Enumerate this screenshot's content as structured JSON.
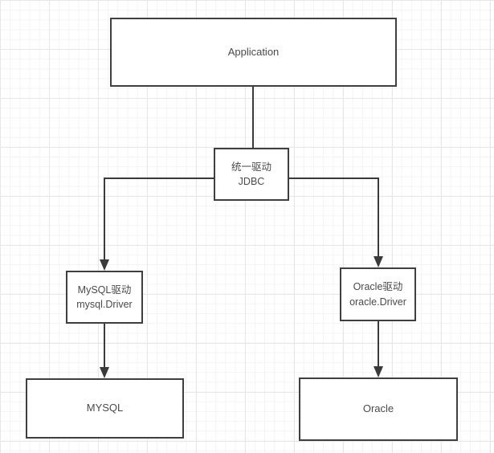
{
  "diagram": {
    "type": "flowchart",
    "nodes": {
      "application": {
        "label": "Application"
      },
      "jdbc": {
        "line1": "统一驱动",
        "line2": "JDBC"
      },
      "mysql_driver": {
        "line1": "MySQL驱动",
        "line2": "mysql.Driver"
      },
      "oracle_driver": {
        "line1": "Oracle驱动",
        "line2": "oracle.Driver"
      },
      "mysql_db": {
        "label": "MYSQL"
      },
      "oracle_db": {
        "label": "Oracle"
      }
    },
    "edges": [
      {
        "from": "application",
        "to": "jdbc",
        "arrow": false
      },
      {
        "from": "jdbc",
        "to": "mysql_driver",
        "arrow": true
      },
      {
        "from": "jdbc",
        "to": "oracle_driver",
        "arrow": true
      },
      {
        "from": "mysql_driver",
        "to": "mysql_db",
        "arrow": true
      },
      {
        "from": "oracle_driver",
        "to": "oracle_db",
        "arrow": true
      }
    ],
    "colors": {
      "background": "#ffffff",
      "grid_minor": "#f4f4f6",
      "grid_major": "#e7e7e9",
      "node_border": "#3f3f3f",
      "edge": "#3a3a3a",
      "text": "#4a4a4a"
    }
  }
}
